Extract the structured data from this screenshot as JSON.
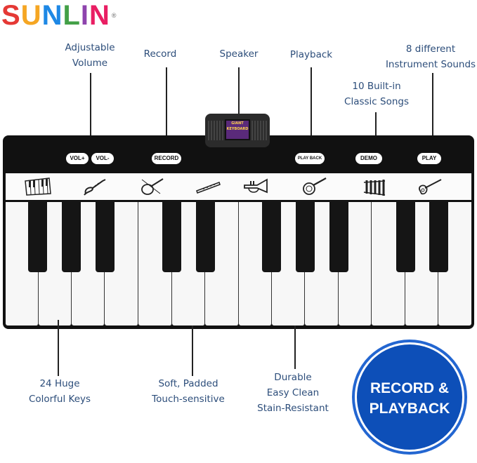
{
  "logo": {
    "letters": [
      "S",
      "U",
      "N",
      "L",
      "I",
      "N"
    ],
    "colors": [
      "#e53935",
      "#f5a623",
      "#1e88e5",
      "#43a047",
      "#8e44ad",
      "#e91e63"
    ],
    "reg": "®"
  },
  "callouts": {
    "volume": [
      "Adjustable",
      "Volume"
    ],
    "record": "Record",
    "speaker": "Speaker",
    "playback": "Playback",
    "songs": [
      "10 Built-in",
      "Classic Songs"
    ],
    "instruments": [
      "8 different",
      "Instrument Sounds"
    ],
    "keys": [
      "24 Huge",
      "Colorful Keys"
    ],
    "soft": [
      "Soft, Padded",
      "Touch-sensitive"
    ],
    "durable": [
      "Durable",
      "Easy Clean",
      "Stain-Resistant"
    ]
  },
  "buttons": {
    "vol_up": "VOL+",
    "vol_down": "VOL-",
    "record": "RECORD",
    "play_back": "PLAY BACK",
    "demo": "DEMO",
    "play": "PLAY"
  },
  "speaker_screen": "GIANT KEYBOARD",
  "instrument_icons": [
    "piano-icon",
    "saxophone-icon",
    "violin-icon",
    "flute-icon",
    "trumpet-icon",
    "banjo-icon",
    "xylophone-icon",
    "guitar-icon"
  ],
  "badge": [
    "RECORD &",
    "PLAYBACK"
  ],
  "colors": {
    "callout_text": "#2c4d7a",
    "badge_bg": "#0d4fb8"
  }
}
